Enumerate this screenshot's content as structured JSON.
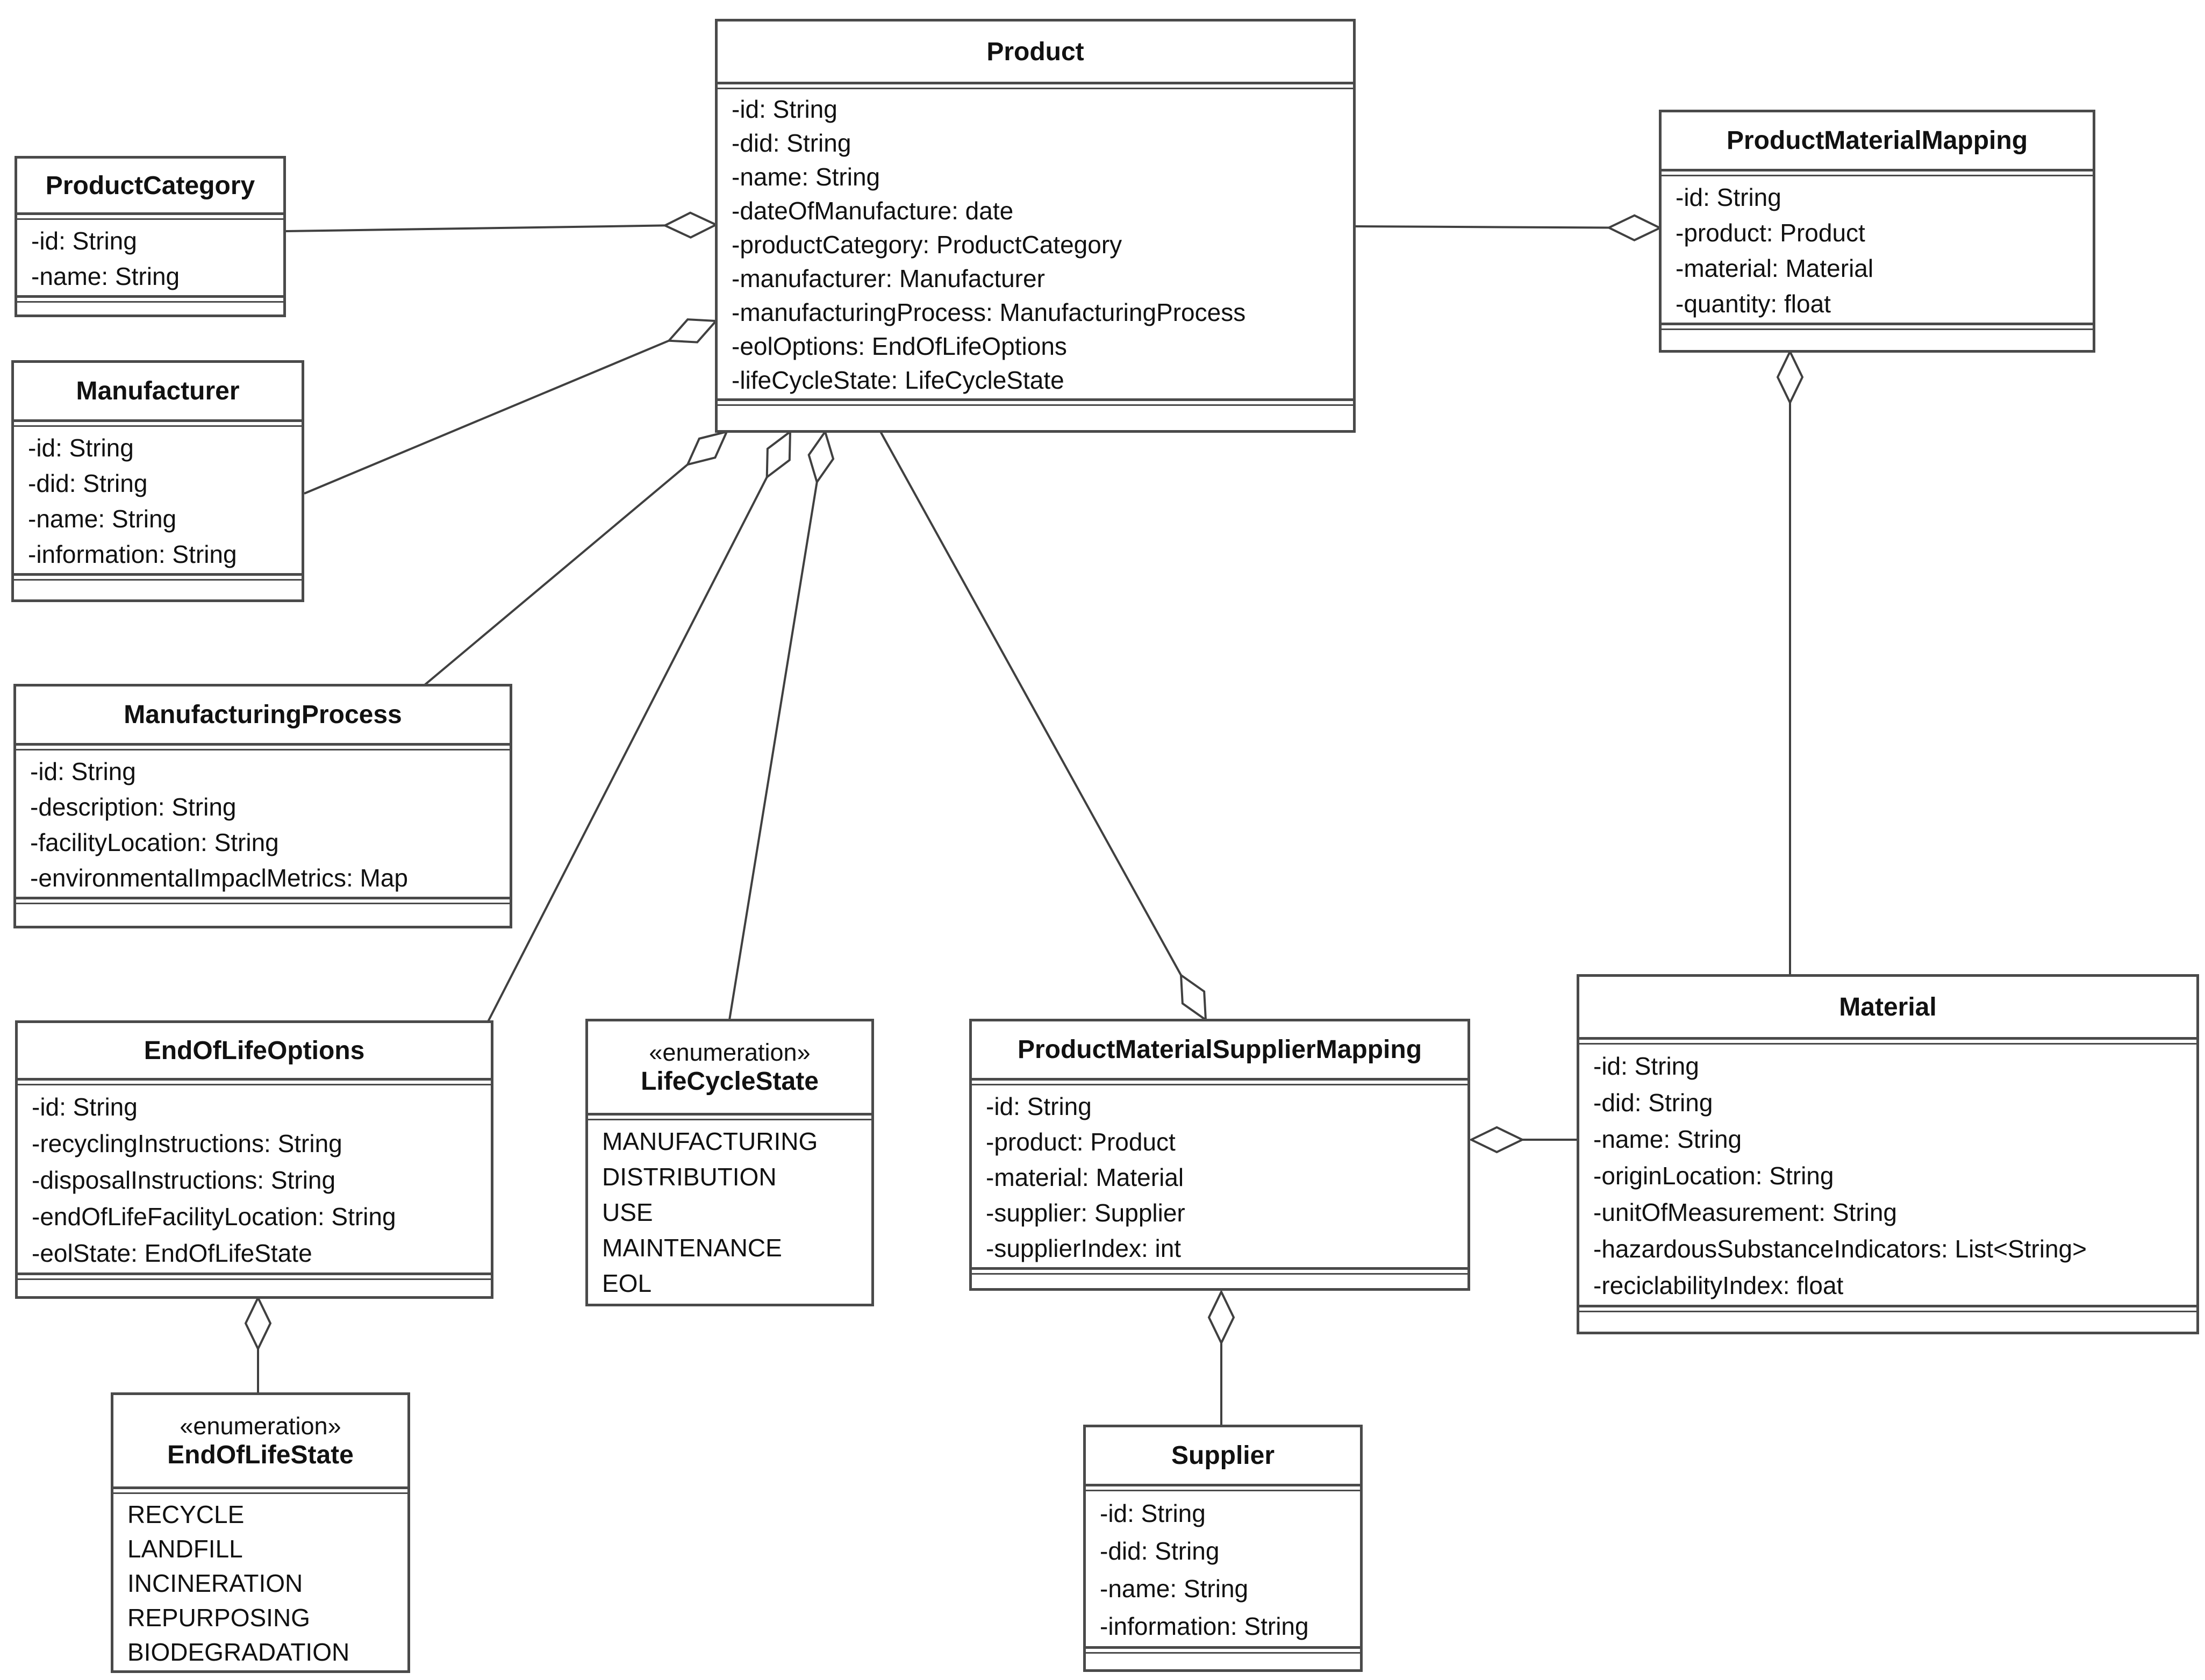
{
  "diagram": {
    "type": "uml-class-diagram",
    "background_color": "#ffffff",
    "line_color": "#404040",
    "border_color": "#4a4a4a",
    "text_color": "#111111",
    "classes": [
      {
        "id": "product",
        "name": "Product",
        "stereotype": "",
        "attributes": [
          "-id: String",
          "-did: String",
          "-name: String",
          "-dateOfManufacture: date",
          "-productCategory: ProductCategory",
          "-manufacturer: Manufacturer",
          "-manufacturingProcess: ManufacturingProcess",
          "-eolOptions: EndOfLifeOptions",
          "-lifeCycleState: LifeCycleState"
        ]
      },
      {
        "id": "productcategory",
        "name": "ProductCategory",
        "stereotype": "",
        "attributes": [
          "-id: String",
          "-name: String"
        ]
      },
      {
        "id": "manufacturer",
        "name": "Manufacturer",
        "stereotype": "",
        "attributes": [
          "-id: String",
          "-did: String",
          "-name: String",
          "-information: String"
        ]
      },
      {
        "id": "manufacturingprocess",
        "name": "ManufacturingProcess",
        "stereotype": "",
        "attributes": [
          "-id: String",
          "-description: String",
          "-facilityLocation: String",
          "-environmentalImpaclMetrics: Map"
        ]
      },
      {
        "id": "productmaterialmapping",
        "name": "ProductMaterialMapping",
        "stereotype": "",
        "attributes": [
          "-id: String",
          "-product: Product",
          "-material: Material",
          "-quantity: float"
        ]
      },
      {
        "id": "endoflifeoptions",
        "name": "EndOfLifeOptions",
        "stereotype": "",
        "attributes": [
          "-id: String",
          "-recyclingInstructions: String",
          "-disposalInstructions: String",
          "-endOfLifeFacilityLocation: String",
          "-eolState: EndOfLifeState"
        ]
      },
      {
        "id": "lifecyclestate",
        "name": "LifeCycleState",
        "stereotype": "«enumeration»",
        "attributes": [
          "MANUFACTURING",
          "DISTRIBUTION",
          "USE",
          "MAINTENANCE",
          "EOL"
        ]
      },
      {
        "id": "productmaterialsuppliermapping",
        "name": "ProductMaterialSupplierMapping",
        "stereotype": "",
        "attributes": [
          "-id: String",
          "-product: Product",
          "-material: Material",
          "-supplier: Supplier",
          "-supplierIndex: int"
        ]
      },
      {
        "id": "material",
        "name": "Material",
        "stereotype": "",
        "attributes": [
          "-id: String",
          "-did: String",
          "-name: String",
          "-originLocation: String",
          "-unitOfMeasurement: String",
          "-hazardousSubstanceIndicators: List<String>",
          "-reciclabilityIndex: float"
        ]
      },
      {
        "id": "endoflifestate",
        "name": "EndOfLifeState",
        "stereotype": "«enumeration»",
        "attributes": [
          "RECYCLE",
          "LANDFILL",
          "INCINERATION",
          "REPURPOSING",
          "BIODEGRADATION"
        ]
      },
      {
        "id": "supplier",
        "name": "Supplier",
        "stereotype": "",
        "attributes": [
          "-id: String",
          "-did: String",
          "-name: String",
          "-information: String"
        ]
      }
    ],
    "relationships": [
      {
        "from": "productcategory",
        "to": "product",
        "type": "aggregation",
        "diamond_at": "product"
      },
      {
        "from": "manufacturer",
        "to": "product",
        "type": "aggregation",
        "diamond_at": "product"
      },
      {
        "from": "manufacturingprocess",
        "to": "product",
        "type": "aggregation",
        "diamond_at": "product"
      },
      {
        "from": "endoflifeoptions",
        "to": "product",
        "type": "aggregation",
        "diamond_at": "product"
      },
      {
        "from": "lifecyclestate",
        "to": "product",
        "type": "aggregation",
        "diamond_at": "product"
      },
      {
        "from": "product",
        "to": "productmaterialsuppliermapping",
        "type": "aggregation",
        "diamond_at": "productmaterialsuppliermapping"
      },
      {
        "from": "product",
        "to": "productmaterialmapping",
        "type": "aggregation",
        "diamond_at": "productmaterialmapping"
      },
      {
        "from": "material",
        "to": "productmaterialmapping",
        "type": "aggregation",
        "diamond_at": "productmaterialmapping"
      },
      {
        "from": "material",
        "to": "productmaterialsuppliermapping",
        "type": "aggregation",
        "diamond_at": "productmaterialsuppliermapping"
      },
      {
        "from": "supplier",
        "to": "productmaterialsuppliermapping",
        "type": "aggregation",
        "diamond_at": "productmaterialsuppliermapping"
      },
      {
        "from": "endoflifestate",
        "to": "endoflifeoptions",
        "type": "aggregation",
        "diamond_at": "endoflifeoptions"
      }
    ]
  }
}
